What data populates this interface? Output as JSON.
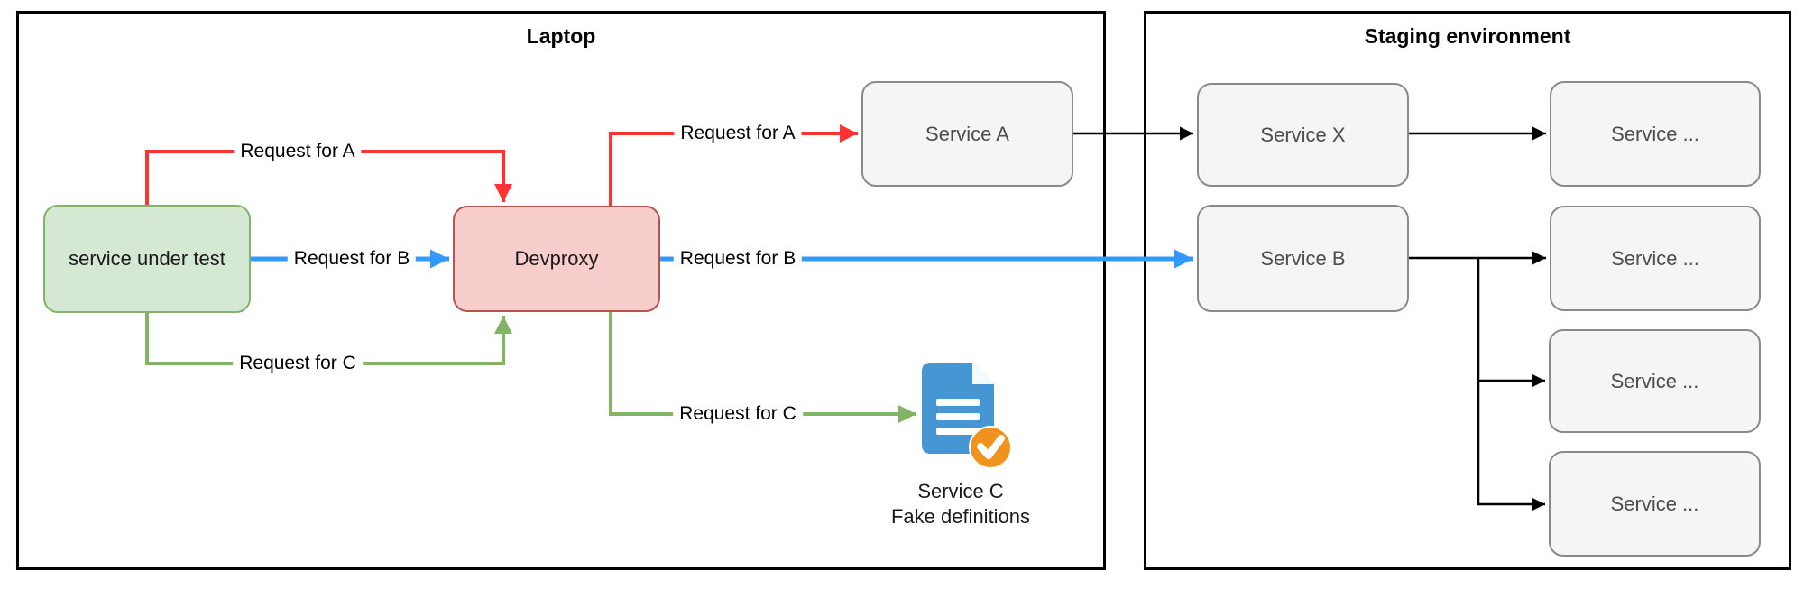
{
  "containers": {
    "laptop": {
      "title": "Laptop"
    },
    "staging": {
      "title": "Staging environment"
    }
  },
  "nodes": {
    "service_under_test": {
      "label": "service under test"
    },
    "devproxy": {
      "label": "Devproxy"
    },
    "service_a": {
      "label": "Service A"
    },
    "service_x": {
      "label": "Service X"
    },
    "service_b": {
      "label": "Service B"
    },
    "service_more_1": {
      "label": "Service ..."
    },
    "service_more_2": {
      "label": "Service ..."
    },
    "service_more_3": {
      "label": "Service ..."
    },
    "service_more_4": {
      "label": "Service ..."
    },
    "service_c": {
      "label": "Service C",
      "sublabel": "Fake definitions"
    }
  },
  "edges": {
    "request_a_sut_devproxy": {
      "label": "Request for A",
      "color": "#FF3333"
    },
    "request_b_sut_devproxy": {
      "label": "Request for B",
      "color": "#3399FF"
    },
    "request_c_sut_devproxy": {
      "label": "Request for C",
      "color": "#82B366"
    },
    "request_a_devproxy_service_a": {
      "label": "Request for A",
      "color": "#FF3333"
    },
    "request_b_devproxy_service_b": {
      "label": "Request for B",
      "color": "#3399FF"
    },
    "request_c_devproxy_service_c": {
      "label": "Request for C",
      "color": "#82B366"
    }
  },
  "colors": {
    "red": "#FF3333",
    "blue": "#3399FF",
    "green": "#82B366",
    "edge_black": "#000000",
    "border_black": "#000000",
    "green_fill": "#D5E8D4",
    "green_border": "#82B366",
    "red_fill": "#F8CECC",
    "red_border": "#B85450",
    "gray_fill": "#F5F5F5",
    "gray_border": "#8A8A8A",
    "gray_text": "#4D4D4D",
    "doc_blue": "#4596D3",
    "badge_orange": "#F0921E"
  }
}
